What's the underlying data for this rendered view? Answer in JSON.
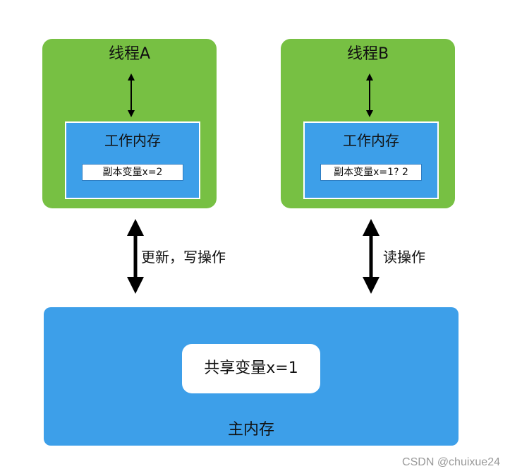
{
  "thread_a": {
    "title": "线程A",
    "work_memory": "工作内存",
    "copy_variable": "副本变量x=2"
  },
  "thread_b": {
    "title": "线程B",
    "work_memory": "工作内存",
    "copy_variable": "副本变量x=1? 2"
  },
  "arrows": {
    "left_label": "更新，写操作",
    "right_label": "读操作"
  },
  "main_memory": {
    "title": "主内存",
    "shared_variable": "共享变量x=1"
  },
  "watermark": "CSDN @chuixue24",
  "colors": {
    "thread_green": "#77c043",
    "memory_blue": "#3d9fe9",
    "arrow_black": "#000000"
  }
}
